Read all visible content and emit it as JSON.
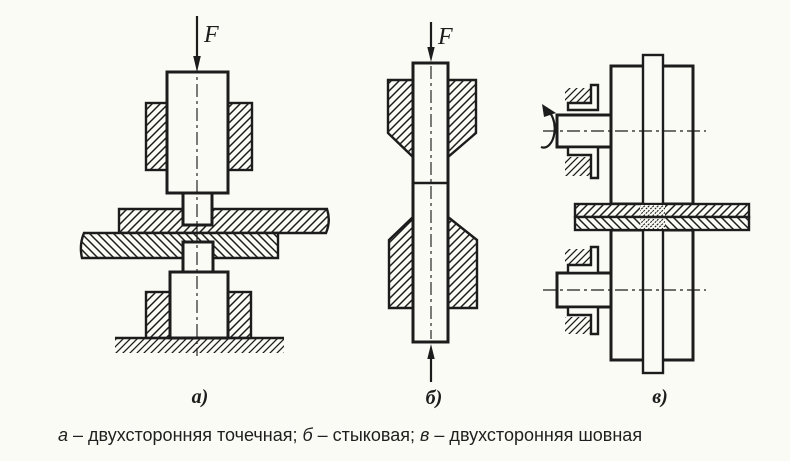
{
  "figure": {
    "diagrams": {
      "a": {
        "label": "а)",
        "force": "F"
      },
      "b": {
        "label": "б)",
        "force": "F"
      },
      "v": {
        "label": "в)"
      }
    }
  },
  "caption": {
    "items": [
      {
        "key": "а",
        "text": " – двухсторонняя точечная; "
      },
      {
        "key": "б",
        "text": " – стыковая; "
      },
      {
        "key": "в",
        "text": " – двухсторонняя шовная"
      }
    ]
  },
  "colors": {
    "line": "#1c1c1c",
    "paper": "#fbfbf5"
  }
}
